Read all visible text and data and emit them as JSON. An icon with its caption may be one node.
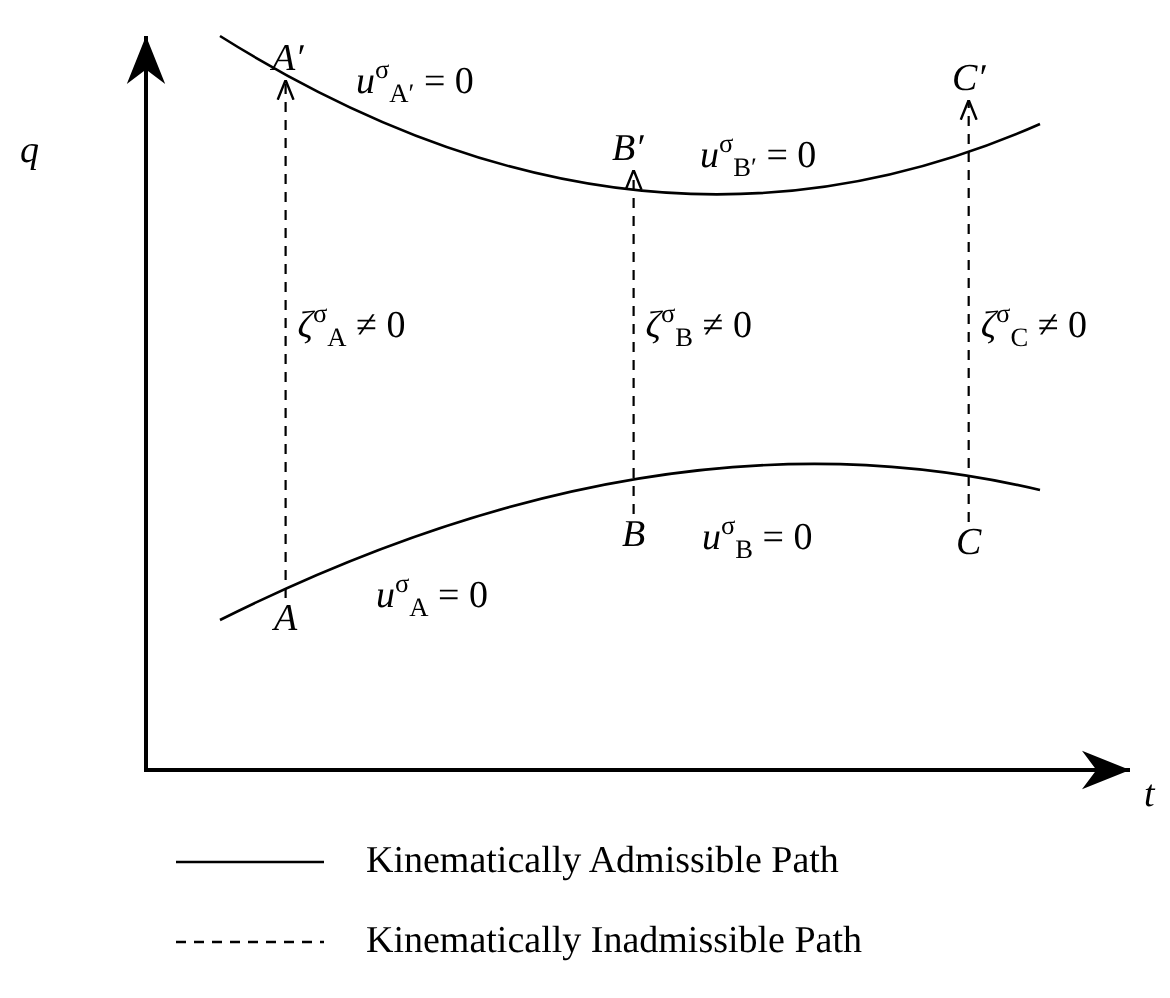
{
  "diagram": {
    "nodes": [
      {
        "text": [
          "A′"
        ],
        "beside": [
          "*u*$^{σ}$$_{A′}$ = 0"
        ]
      },
      {
        "text": [
          "B′"
        ],
        "beside": [
          "*u*$^{σ}$$_{B′}$ = 0"
        ]
      },
      {
        "text": [
          "C′"
        ]
      },
      {
        "text": [
          "A"
        ],
        "beside": [
          "*u*$^{σ}$$_{A}$ = 0"
        ]
      },
      {
        "text": [
          "B"
        ],
        "beside": [
          "*u*$^{σ}$$_{B}$ = 0"
        ]
      },
      {
        "text": [
          "C"
        ]
      }
    ],
    "edges": [
      {
        "from": 3,
        "to": 0,
        "arrow": "to",
        "style": "dashed",
        "label": "*ζ*$^{σ}$$_{A}$ ≠ 0"
      },
      {
        "from": 4,
        "to": 1,
        "arrow": "to",
        "style": "dashed",
        "label": "*ζ*$^{σ}$$_{B}$ ≠ 0"
      },
      {
        "from": 5,
        "to": 2,
        "arrow": "to",
        "style": "dashed",
        "label": "*ζ*$^{σ}$$_{C}$ ≠ 0"
      }
    ],
    "labels": [
      "q",
      "t"
    ],
    "legend": [
      {
        "text": "Kinematically Admissible Path"
      },
      {
        "text": "Kinematically Inadmissible Path"
      }
    ]
  }
}
